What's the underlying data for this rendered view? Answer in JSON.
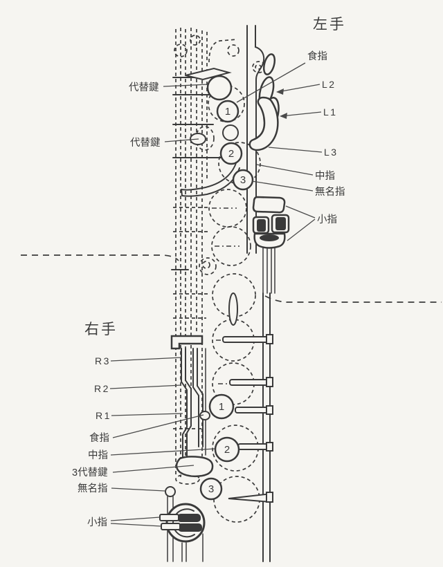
{
  "diagram": {
    "left_hand": {
      "title": "左手",
      "labels": {
        "index_finger": "食指",
        "key_l2": "L2",
        "key_l1": "L1",
        "key_l3": "L3",
        "middle_finger": "中指",
        "ring_finger": "無名指",
        "little_finger": "小指",
        "alternate_key_1": "代替鍵",
        "alternate_key_2": "代替鍵"
      },
      "numbered_keys": [
        "1",
        "2",
        "3"
      ]
    },
    "right_hand": {
      "title": "右手",
      "labels": {
        "key_r3": "R3",
        "key_r2": "R2",
        "key_r1": "R1",
        "index_finger": "食指",
        "middle_finger": "中指",
        "alternate_key_3": "3代替鍵",
        "ring_finger": "無名指",
        "little_finger": "小指"
      },
      "numbered_keys": [
        "1",
        "2",
        "3"
      ]
    },
    "colors": {
      "ink": "#3a3a3a",
      "paper": "#f6f5f1"
    }
  }
}
